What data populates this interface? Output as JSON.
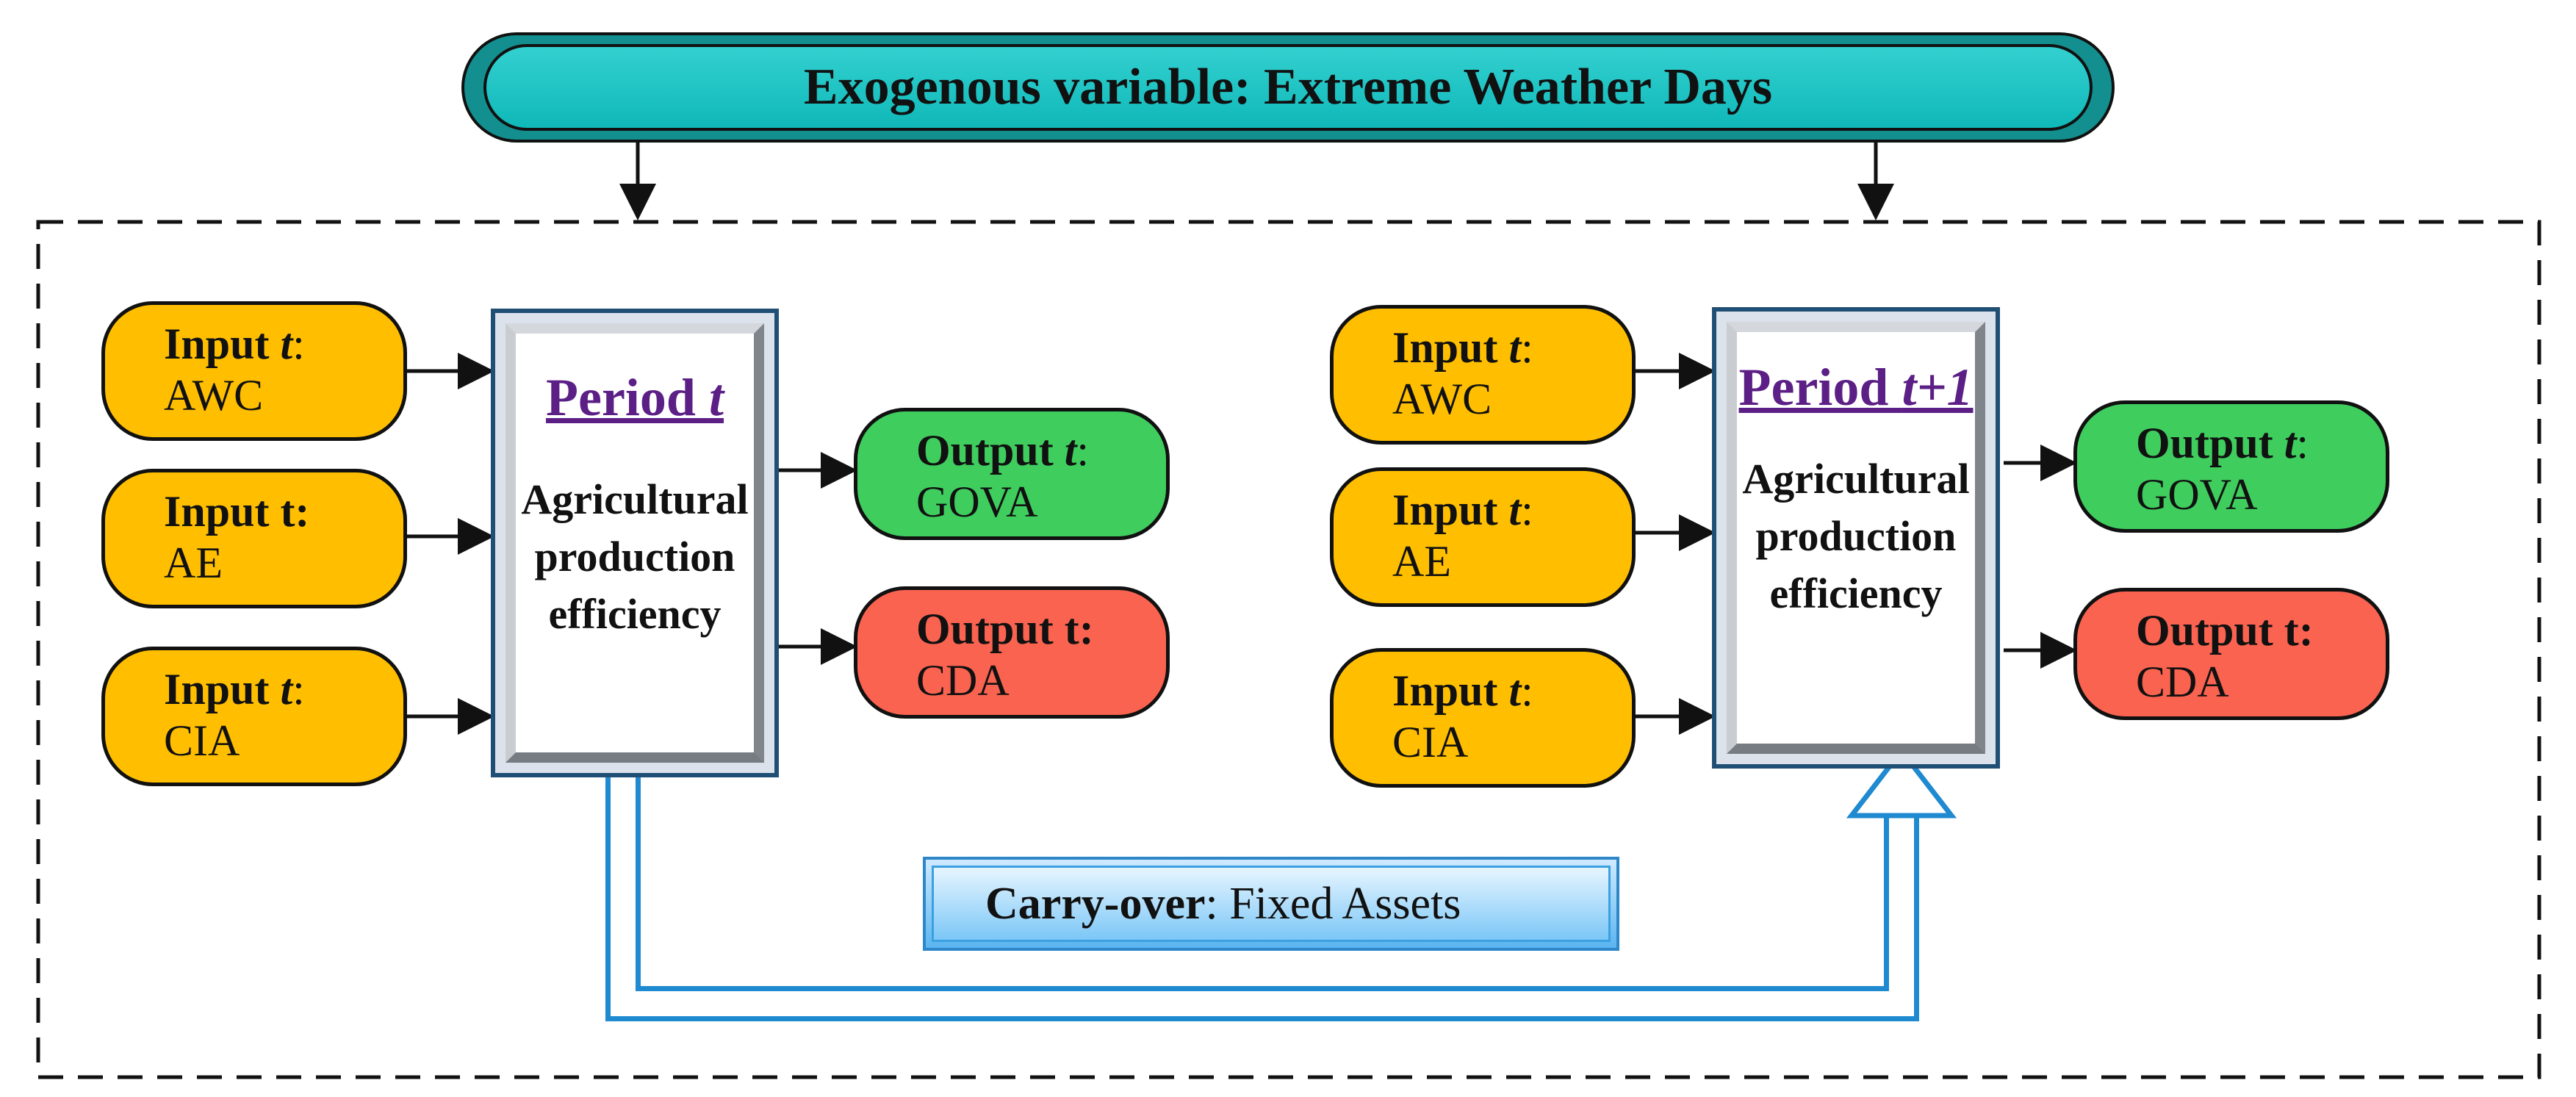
{
  "banner": {
    "label": "Exogenous variable: Extreme Weather Days"
  },
  "left": {
    "inputs": [
      {
        "prefix": "Input ",
        "var": "t",
        "suffix": ":",
        "name": "AWC",
        "italic": true
      },
      {
        "prefix": "Input t:",
        "var": "",
        "suffix": "",
        "name": "AE",
        "italic": false
      },
      {
        "prefix": "Input ",
        "var": "t",
        "suffix": ":",
        "name": "CIA",
        "italic": true
      }
    ],
    "period": {
      "title_prefix": "Period ",
      "title_var": "t",
      "lines": [
        "Agricultural",
        "production",
        "efficiency"
      ]
    },
    "outputs": [
      {
        "prefix": "Output ",
        "var": "t",
        "suffix": ":",
        "name": "GOVA"
      },
      {
        "prefix": "Output t:",
        "var": "",
        "suffix": "",
        "name": "CDA"
      }
    ]
  },
  "right": {
    "inputs": [
      {
        "prefix": "Input ",
        "var": "t",
        "suffix": ":",
        "name": "AWC"
      },
      {
        "prefix": "Input ",
        "var": "t",
        "suffix": ":",
        "name": "AE"
      },
      {
        "prefix": "Input ",
        "var": "t",
        "suffix": ":",
        "name": "CIA"
      }
    ],
    "period": {
      "title_prefix": "Period ",
      "title_var": "t+1",
      "lines": [
        "Agricultural",
        "production",
        "efficiency"
      ]
    },
    "outputs": [
      {
        "prefix": "Output ",
        "var": "t",
        "suffix": ":",
        "name": "GOVA"
      },
      {
        "prefix": "Output t:",
        "var": "",
        "suffix": "",
        "name": "CDA"
      }
    ]
  },
  "carryover": {
    "bold": "Carry-over",
    "rest": ": Fixed Assets"
  },
  "colors": {
    "input": "#ffbf00",
    "output_green": "#3fcd5e",
    "output_red": "#fa6350",
    "banner": "#1cbcbc",
    "period_title": "#5b1f86",
    "carry_line": "#1f8ad0"
  }
}
